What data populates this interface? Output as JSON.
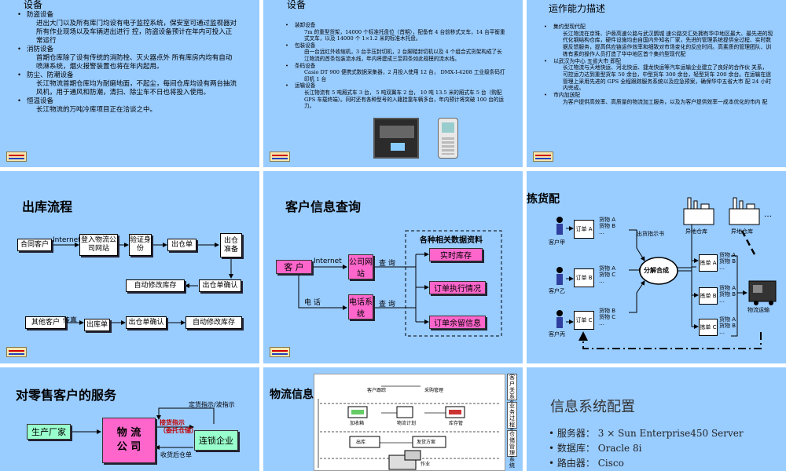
{
  "s1": {
    "title": "设备",
    "items": [
      {
        "head": "防盗设备",
        "body": "进出大门以及所有库门均设有电子监控系统，保安室可通过监视器对所有作业现场以及车辆进出进行 控，防盗设备预计在年内可投入正常运行"
      },
      {
        "head": "消防设备",
        "body": "首期仓库除了设有传统的消防栓、灭火器点外 所有库房内均有自动喷淋系统，烟火报警装置也将在年内起用。"
      },
      {
        "head": "防尘、防潮设备",
        "body": "长江物流首期仓库均为耐磨地面，不起尘，每间仓库均设有两台抽流风机，用于通风和防潮，清扫、除尘车不日也将投入使用。"
      },
      {
        "head": "恒温设备",
        "body": "长江物流的万吨冷库项目正在洽谈之中。"
      }
    ]
  },
  "s2": {
    "title": "设备",
    "items": [
      {
        "head": "装卸设备",
        "body": "7m 的重型货架，14000 个标准托盘位（首期），配备有 4 台前移式叉车，14 台平衡重式叉车，以及 14000 个 1×1.2 米的标准木托盘。"
      },
      {
        "head": "包装设备",
        "body": "由一台远红外收缩机，3 台手压封切机，2 台脚踏封切机以及 4 个组合式货架构成了长江物流的首条包装流水线，年内将建成三至四条如此规模的流水线。"
      },
      {
        "head": "条码设备",
        "body": "Casio DT 900 便携式数据采集器，2 月投入使用 12 台， DMX-I-4208 工业级条码打印机 1 台"
      },
      {
        "head": "运输设备",
        "body": "长江物流有 5 吨厢式车 3 台， 5 吨双翼车 2 台， 10 吨 13.5 米的厢式车 5 台（购配 GPS 车载终端）。同时还有各种型号的入籍挂靠车辆多台，年内预计将突破 100 台的运力。"
      }
    ]
  },
  "s3": {
    "title": "运作能力描述",
    "items": [
      {
        "head": "集约型现代配",
        "body": "长江物流在京珠、沪蓉高速公路与武汉鹦城 速公路交汇处拥有华中地区最大、最先进的现代化钢结构仓库，硬件设施均由自国内外知名厂家，先进的管理系统提供全过程、实时数据反馈服务，提高供应链运作效率和细致对市场变化的反应时间。高素质的管理团队、训练有素的操作人员打造了华中地区首个集约型现代配"
      },
      {
        "head": "以武汉为中心 五省大市 即配",
        "body": "长江物流与天地快运、河北快运、捷龙快运等汽车运输企业建立了良好的合作伙 关系， 可控运力达到重型货车 50 余台，中型货车 300 余台，轻型货车 200 余台。在运输在途管理上采用先进的 GPS 全程跟踪服务系统以及应急预案，确保华中五省大市 配 24 小时内完成。"
      },
      {
        "head": "市内加送配",
        "body": "为客户提供高效率、高质量的物流加工服务，以及为客户提供效率一成本优化的市内 配"
      }
    ]
  },
  "s4": {
    "title": "出库流程",
    "boxes": [
      "合同客户",
      "登入物流公司网站",
      "验证身份",
      "出仓单",
      "出仓准备",
      "出仓单确认",
      "自动修改库存",
      "其他客户",
      "出库单",
      "出仓单确认",
      "自动修改库存"
    ],
    "labels": [
      "Internet",
      "传真"
    ]
  },
  "s5": {
    "title": "客户信息查询",
    "customer": "客 户",
    "web_sys": "公司网站",
    "tel_sys": "电话系统",
    "l_internet": "Internet",
    "l_phone": "电 话",
    "l_query1": "查 询",
    "l_query2": "查 询",
    "group_title": "各种相关数据资料",
    "results": [
      "实时库存",
      "订单执行情况",
      "订单余留信息"
    ]
  },
  "s6": {
    "title": "拣货配",
    "customers": [
      "客户甲",
      "客户乙",
      "客户丙"
    ],
    "orders": [
      "订单 A",
      "订单 B",
      "订单 C"
    ],
    "goods": [
      [
        "货物 A",
        "货物 B",
        "…"
      ],
      [
        "货物 A",
        "货物 C",
        "…"
      ],
      [
        "货物 B",
        "货物 C",
        "…"
      ]
    ],
    "out_label": "出货指示书",
    "center": "分解合成",
    "picks": [
      "拣单 A",
      "拣单 B",
      "拣单 C"
    ],
    "pick_goods": [
      [
        "货物 A",
        "货物 B",
        "…"
      ],
      [
        "货物 A",
        "货物 B",
        "…"
      ],
      [
        "货物 A",
        "货物 B",
        "…"
      ]
    ],
    "warehouses": [
      "异地仓库",
      "异地仓库"
    ],
    "ellipsis": "…",
    "transport": "物流运输"
  },
  "s7": {
    "title": "对零售客户的服务",
    "maker": "生产厂家",
    "center": "物 流\n公 司",
    "chain": "连锁企业",
    "l_top": "定货指示/波指示",
    "l_mid": "接货指示\n（委托仓储）",
    "l_bot": "收货后仓单"
  },
  "s8": {
    "title": "物流信息系统",
    "tabs": [
      "客户关系系统",
      "业务过程系统",
      "仓储管理系统"
    ],
    "nodes": [
      "客户跟踪",
      "采购管理",
      "加收箱",
      "物流计划",
      "库存管",
      "出库",
      "发货方案",
      "作业"
    ]
  },
  "s9": {
    "title": "信息系统配置",
    "items": [
      {
        "k": "服务器：",
        "v": "3 × Sun Enterprise450 Server"
      },
      {
        "k": "数据库：",
        "v": "Oracle 8i"
      },
      {
        "k": "路由器：",
        "v": "Cisco"
      }
    ]
  }
}
